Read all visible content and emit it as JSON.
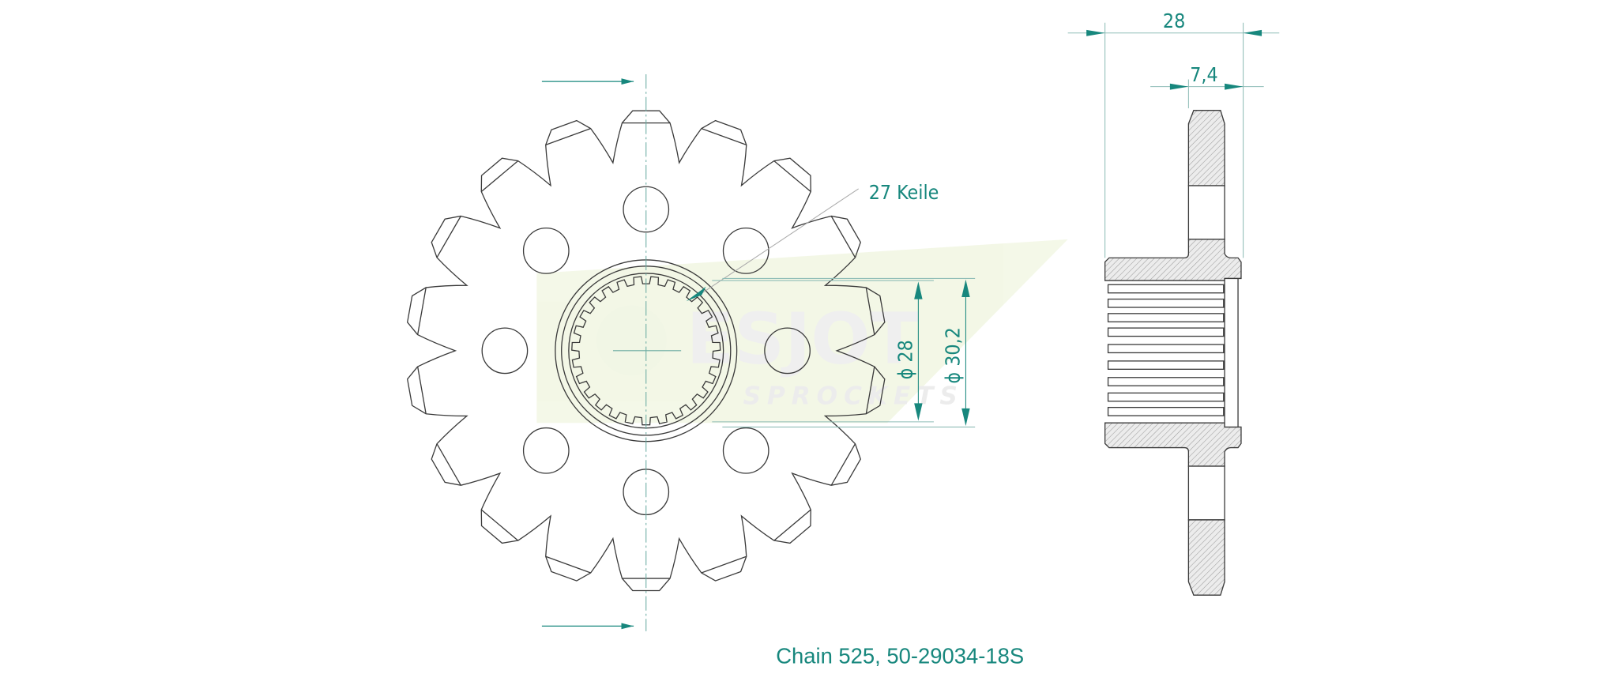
{
  "drawing": {
    "caption": "Chain 525, 50-29034-18S",
    "spline_label": "27 Keile",
    "dim_inner_diameter": "ϕ 28",
    "dim_outer_diameter": "ϕ 30,2",
    "dim_total_width": "28",
    "dim_plate_width": "7,4",
    "teeth": 18,
    "splines": 27,
    "lightening_holes": 8
  },
  "watermark": {
    "logo_text": "ESJOT",
    "logo_subtext": "SPROCKETS"
  },
  "colors": {
    "accent": "#17877d",
    "line": "#3a3a3a",
    "hatch_fill": "#e4e4e4"
  }
}
